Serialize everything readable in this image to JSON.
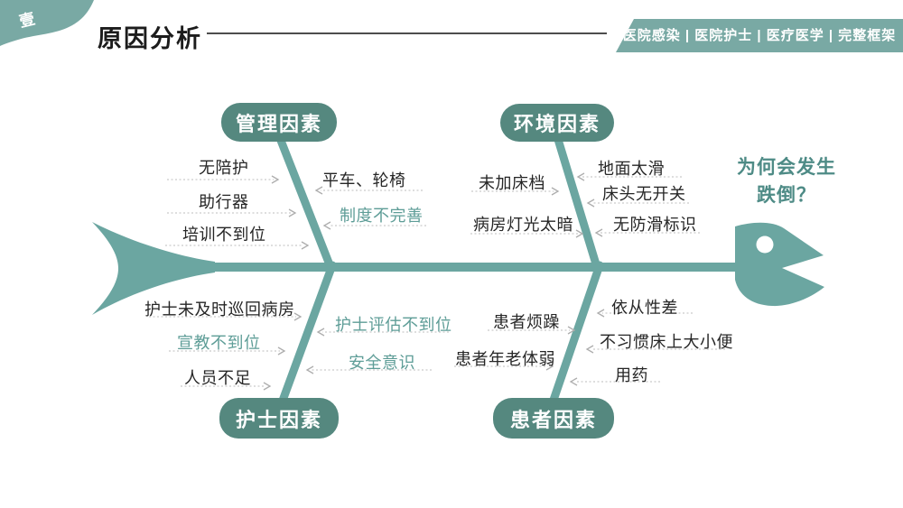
{
  "header": {
    "section_number": "壹",
    "title": "原因分析",
    "tags": "医院感染 | 医院护士 | 医疗医学 | 完整框架"
  },
  "question": {
    "line1": "为何会发生",
    "line2": "跌倒？"
  },
  "colors": {
    "fish_teal": "#6BA6A1",
    "bubble_teal": "#55887F",
    "badge_teal": "#79A9A4",
    "teal_text": "#5E9D97",
    "question_text": "#4E8B86",
    "black_text": "#262626",
    "arrow_gray": "#CBCBCB"
  },
  "diagram": {
    "type": "fishbone",
    "effect": "为何会发生跌倒？",
    "branches": [
      {
        "label": "管理因素",
        "position": "top-left",
        "causes_outer": [
          "无陪护",
          "助行器",
          "培训不到位"
        ],
        "causes_inner": [
          "平车、轮椅",
          "制度不完善"
        ]
      },
      {
        "label": "环境因素",
        "position": "top-right",
        "causes_outer": [
          "未加床档",
          "病房灯光太暗"
        ],
        "causes_inner": [
          "地面太滑",
          "床头无开关",
          "无防滑标识"
        ]
      },
      {
        "label": "护士因素",
        "position": "bottom-left",
        "causes_outer": [
          "护士未及时巡回病房",
          "宣教不到位",
          "人员不足"
        ],
        "causes_inner": [
          "护士评估不到位",
          "安全意识"
        ]
      },
      {
        "label": "患者因素",
        "position": "bottom-right",
        "causes_outer": [
          "患者烦躁",
          "患者年老体弱"
        ],
        "causes_inner": [
          "依从性差",
          "不习惯床上大小便",
          "用药"
        ]
      }
    ]
  }
}
